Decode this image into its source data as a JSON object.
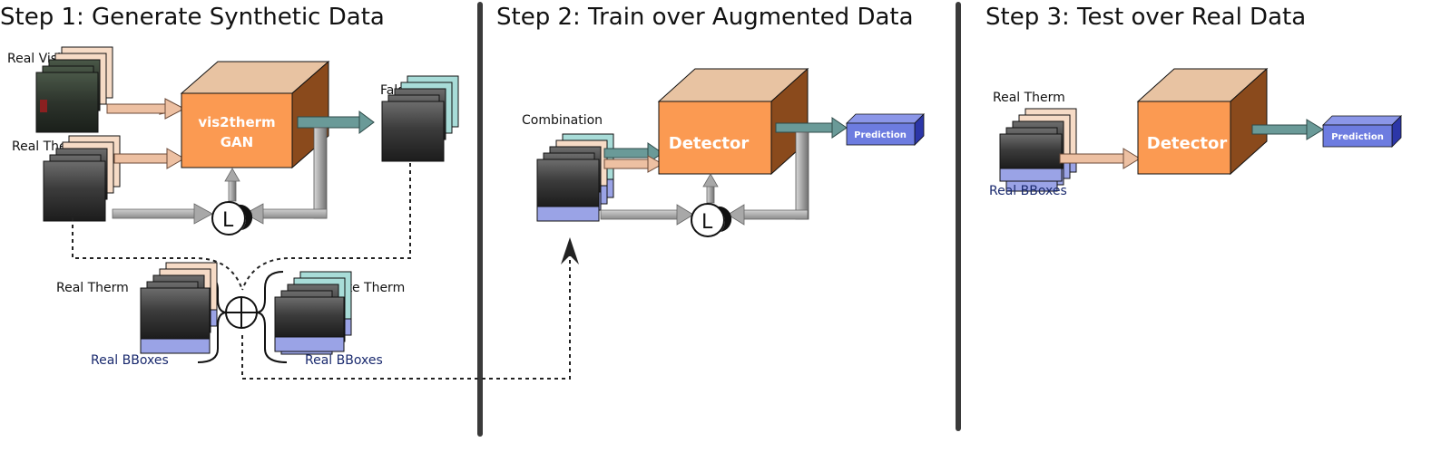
{
  "steps": [
    {
      "title": "Step 1: Generate Synthetic Data"
    },
    {
      "title": "Step 2: Train over Augmented Data"
    },
    {
      "title": "Step 3: Test over Real Data"
    }
  ],
  "step1": {
    "real_visible": "Real Visible",
    "real_therm": "Real Therm",
    "fake_therm": "Fake Therm",
    "gan_line1": "vis2therm",
    "gan_line2": "GAN",
    "loss": "L",
    "combo_real_therm": "Real Therm",
    "combo_real_bboxes": "Real BBoxes",
    "combo_fake_therm": "Fake Therm",
    "combo_fake_bboxes": "Real BBoxes"
  },
  "step2": {
    "combination": "Combination",
    "detector": "Detector",
    "prediction": "Prediction",
    "loss": "L"
  },
  "step3": {
    "real_therm": "Real Therm",
    "real_bboxes": "Real BBoxes",
    "detector": "Detector",
    "prediction": "Prediction"
  },
  "colors": {
    "box_front": "#fb9a52",
    "box_top": "#e8c3a2",
    "box_side": "#8a4a1c",
    "pred_front": "#6d7ce0",
    "pred_side": "#2c36a8",
    "bbox_band": "#9aa3e6",
    "teal_arrow": "#6a9a98",
    "peach_arrow": "#e8b496",
    "gray_arrow": "#a8a8a8"
  }
}
